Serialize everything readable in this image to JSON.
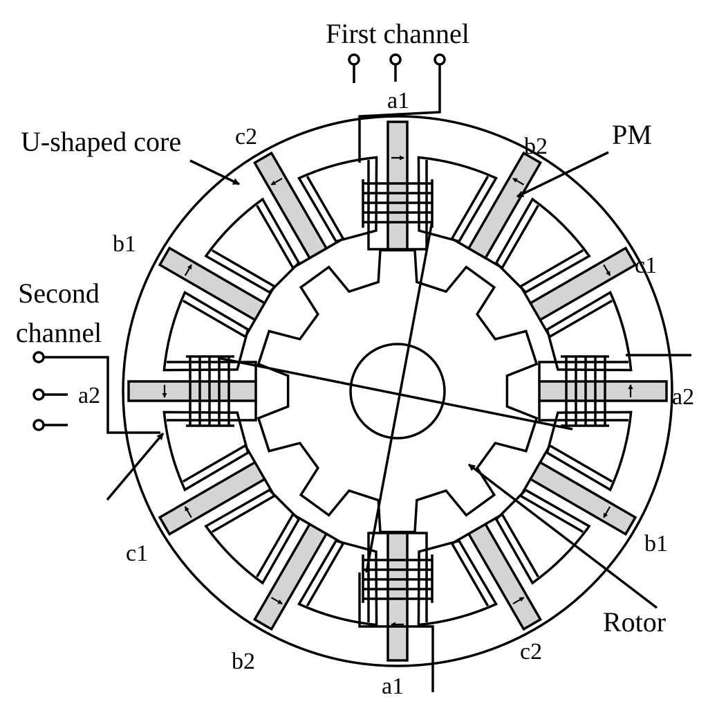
{
  "title": "",
  "labels": {
    "first_channel": "First channel",
    "second_channel_line1": "Second",
    "second_channel_line2": "channel",
    "u_shaped_core": "U-shaped core",
    "pm": "PM",
    "rotor": "Rotor"
  },
  "phase_labels": [
    {
      "id": "a1-top",
      "text": "a1"
    },
    {
      "id": "b2-upper-right",
      "text": "b2"
    },
    {
      "id": "c1-right",
      "text": "c1"
    },
    {
      "id": "a2-right",
      "text": "a2"
    },
    {
      "id": "b1-lower-right",
      "text": "b1"
    },
    {
      "id": "c2-lower-right",
      "text": "c2"
    },
    {
      "id": "a1-bottom",
      "text": "a1"
    },
    {
      "id": "b2-lower-left",
      "text": "b2"
    },
    {
      "id": "c1-lower-left",
      "text": "c1"
    },
    {
      "id": "a2-left",
      "text": "a2"
    },
    {
      "id": "b1-upper-left",
      "text": "b1"
    },
    {
      "id": "c2-upper-left",
      "text": "c2"
    }
  ],
  "colors": {
    "line": "#000000",
    "pm_fill": "#d4d4d4",
    "background": "#ffffff"
  },
  "counts": {
    "stator_modules": 12,
    "rotor_teeth": 10
  }
}
